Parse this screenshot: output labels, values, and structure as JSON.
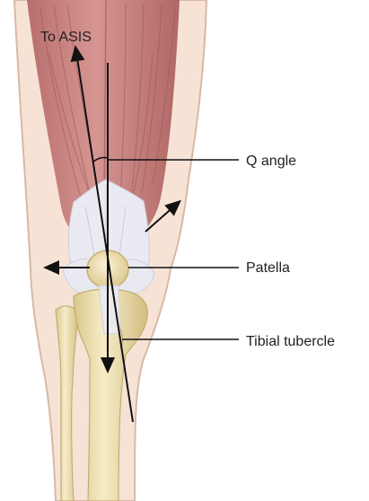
{
  "labels": {
    "asis": "To ASIS",
    "q_angle": "Q angle",
    "patella": "Patella",
    "tibial_tubercle": "Tibial tubercle"
  },
  "colors": {
    "skin": "#f6e3d6",
    "skin_outline": "#d9b8a6",
    "muscle": "#c98480",
    "muscle_dark": "#a9605d",
    "tendon": "#eaeaf2",
    "bone": "#f1e3b4",
    "bone_shadow": "#d8c48a",
    "line": "#111111"
  }
}
